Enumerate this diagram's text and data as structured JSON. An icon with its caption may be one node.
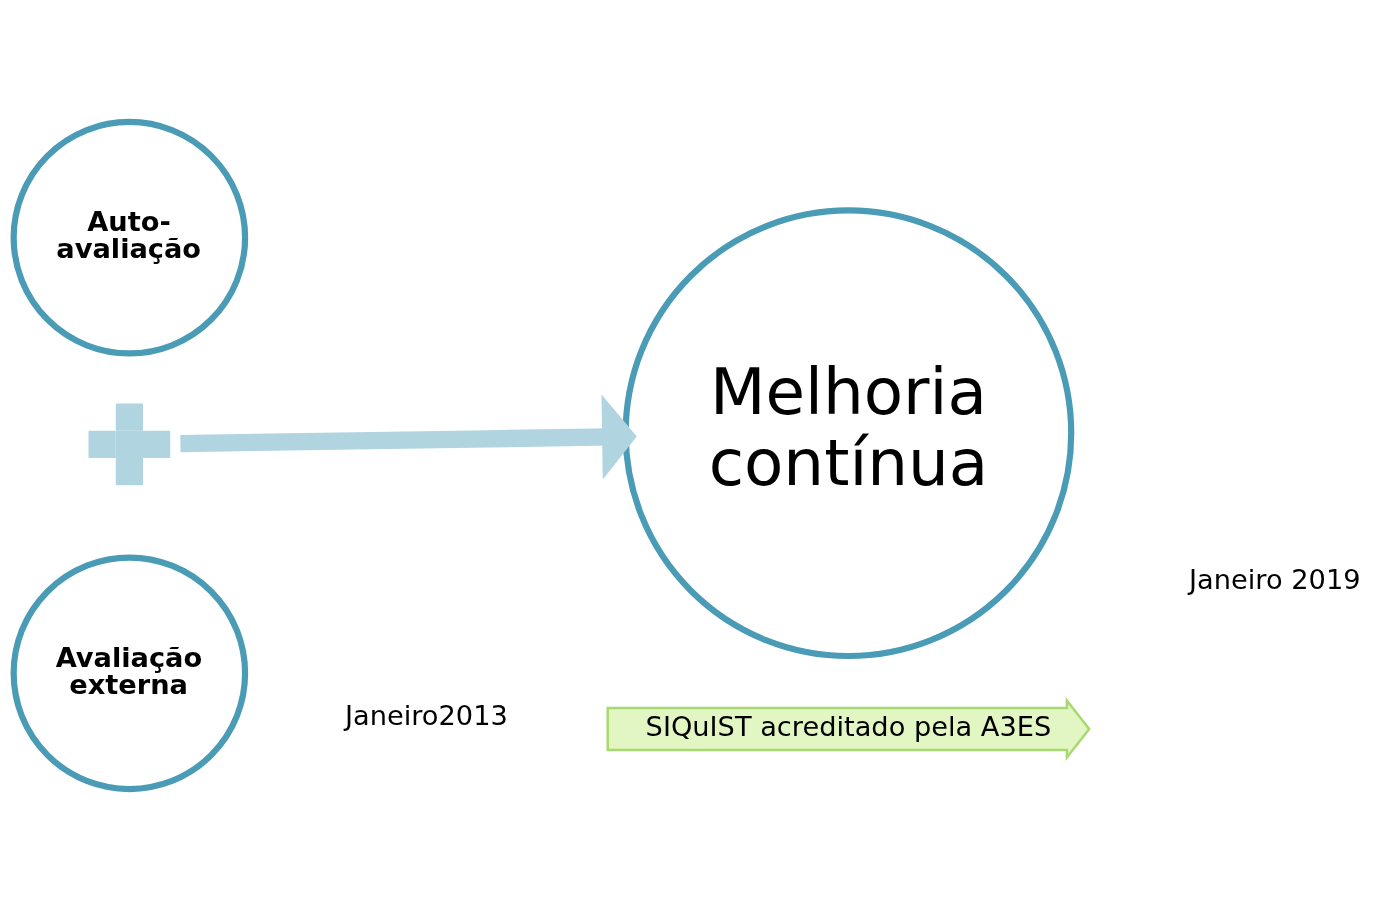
{
  "diagram": {
    "nodes": [
      {
        "text": [
          "Auto- avaliação"
        ]
      },
      {
        "text": [],
        "shape": "plus"
      },
      {
        "text": [
          "Avaliação externa"
        ]
      },
      {
        "text": [
          "Melhoria contínua"
        ]
      },
      {
        "text": [
          "SIQuIST acreditado pela A3ES"
        ]
      }
    ],
    "edges": [
      {
        "from": 1,
        "to": 3,
        "arrow": "to",
        "color": "#b0d4e0"
      }
    ],
    "labels": [
      "Janeiro2013",
      "Janeiro 2019"
    ]
  }
}
